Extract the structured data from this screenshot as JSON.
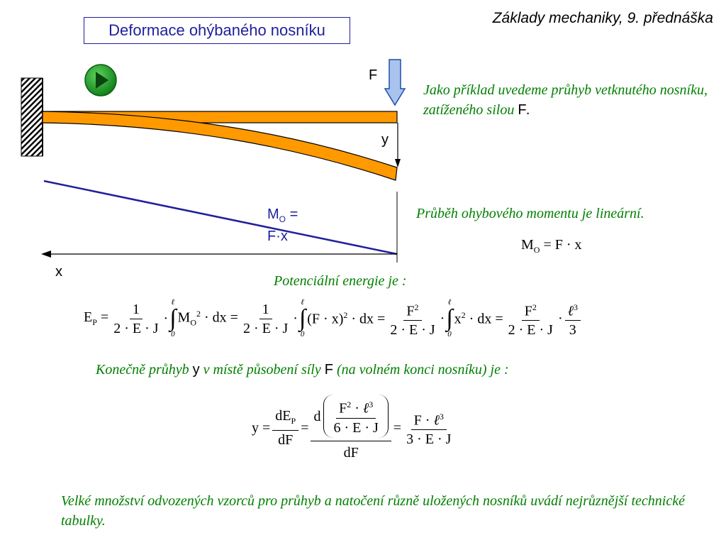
{
  "title": "Deformace ohýbaného nosníku",
  "course": "Základy mechaniky, 9. přednáška",
  "play_icon": "play-icon",
  "colors": {
    "beam": "#ff9900",
    "accent": "#1f1f9e",
    "green_text": "#008000",
    "arrow": "#8fb3e8"
  },
  "labels": {
    "force": "F",
    "deflection": "y",
    "axis_x": "x",
    "moment": "MO = F·x"
  },
  "text": {
    "intro_prefix": "Jako příklad uvedeme průhyb vetknutého nosníku, zatíženého silou",
    "intro_force": "F",
    "intro_suffix": ".",
    "moment_linear": "Průběh ohybového momentu je lineární.",
    "energy": "Potenciální energie je :",
    "final_a": "Konečně průhyb",
    "final_y": "y",
    "final_b": "v místě působení síly",
    "final_f": "F",
    "final_c": "(na volném konci nosníku) je :",
    "footer": "Velké množství odvozených vzorců pro průhyb a natočení různě uložených nosníků uvádí nejrůznější technické tabulky."
  }
}
